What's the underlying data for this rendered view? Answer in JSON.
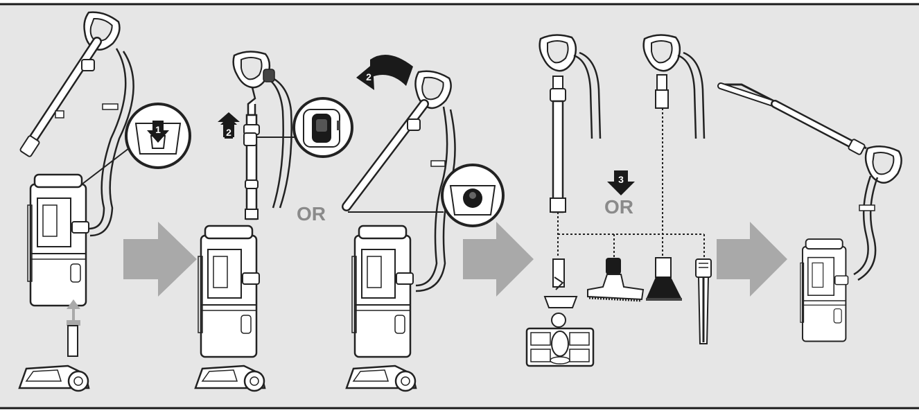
{
  "steps": {
    "step1": "1",
    "step2a": "2",
    "step2b": "2",
    "step3": "3"
  },
  "or_labels": {
    "or1": "OR",
    "or2": "OR"
  },
  "colors": {
    "background": "#e6e6e6",
    "frame_lines": "#1a1a1a",
    "arrow_gray": "#a9a9a9",
    "line_art": "#222222",
    "body_fill": "#ffffff"
  }
}
